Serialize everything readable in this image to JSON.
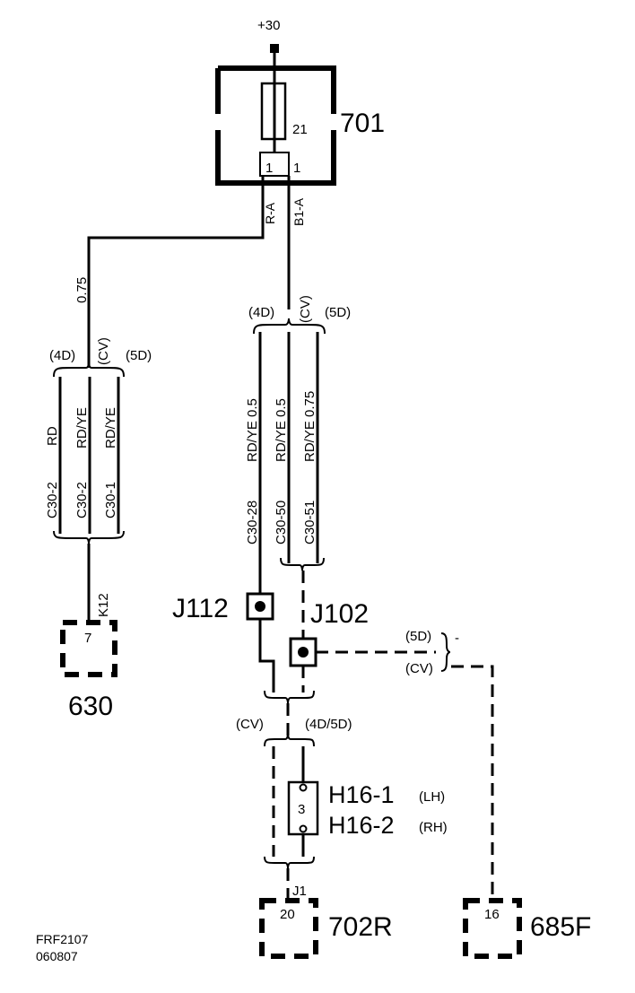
{
  "supply": {
    "label": "+30"
  },
  "fuse_box": {
    "id": "701",
    "fuse": "21",
    "pin_left": "1",
    "pin_right": "1"
  },
  "wires_top": {
    "left_code": "R-A",
    "right_code": "B1-A"
  },
  "left_branch": {
    "size": "0.75",
    "variants": [
      "(4D)",
      "(CV)",
      "(5D)"
    ],
    "colors": [
      "RD",
      "RD/YE",
      "RD/YE"
    ],
    "pins": [
      "C30-2",
      "C30-2",
      "C30-1"
    ],
    "connector_pin": "K12",
    "component_pin": "7",
    "component_id": "630"
  },
  "mid_branch": {
    "variants": [
      "(4D)",
      "(CV)",
      "(5D)"
    ],
    "wires": [
      "RD/YE  0.5",
      "RD/YE  0.5",
      "RD/YE  0.75"
    ],
    "pins": [
      "C30-28",
      "C30-50",
      "C30-51"
    ]
  },
  "splices": {
    "j112": "J112",
    "j102": "J102"
  },
  "right_branch": {
    "variant_top": "(5D)",
    "variant_bottom": "(CV)",
    "dash_mark": "-"
  },
  "lower_branch": {
    "variant_left": "(CV)",
    "variant_right": "(4D/5D)"
  },
  "lamp": {
    "pin": "3",
    "label1": "H16-1",
    "label1_side": "(LH)",
    "label2": "H16-2",
    "label2_side": "(RH)"
  },
  "ground_left": {
    "connector": "J1",
    "pin": "20",
    "component_id": "702R"
  },
  "ground_right": {
    "pin": "16",
    "component_id": "685F"
  },
  "footer": {
    "code": "FRF2107",
    "date": "060807"
  },
  "colors": {
    "ink": "#000000",
    "background": "#ffffff"
  }
}
